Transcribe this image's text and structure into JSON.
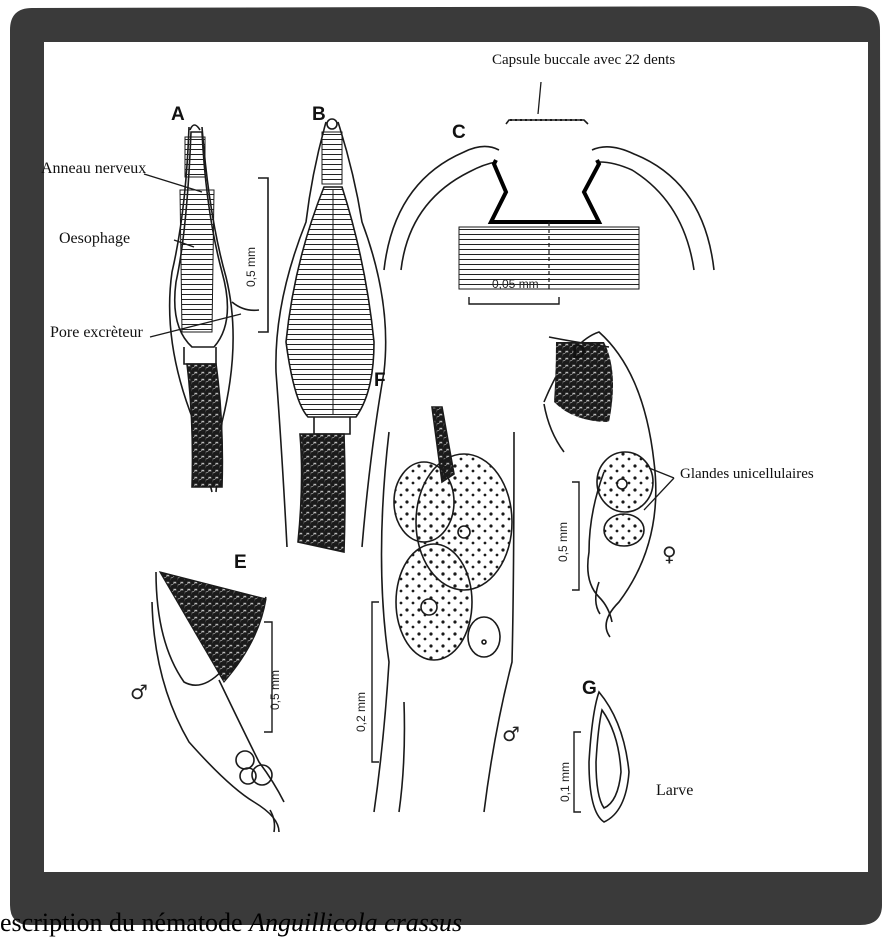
{
  "panels": {
    "a": "A",
    "b": "B",
    "c": "C",
    "d": "D",
    "e": "E",
    "f": "F",
    "g": "G"
  },
  "labels": {
    "anneau": "Anneau nerveux",
    "oesophage": "Oesophage",
    "pore": "Pore excrèteur",
    "capsule": "Capsule buccale avec 22 dents",
    "glandes": "Glandes unicellulaires",
    "larve": "Larve"
  },
  "scales": {
    "ab": "0,5 mm",
    "c": "0,05 mm",
    "d": "0,5 mm",
    "e": "0,5 mm",
    "f": "0,2 mm",
    "g": "0,1 mm"
  },
  "symbols": {
    "female": "♀",
    "male_e": "♂",
    "male_f": "♂"
  },
  "caption": {
    "prefix": "escription du nématode ",
    "species": "Anguillicola crassus"
  },
  "colors": {
    "frame": "#3a3a3a",
    "ink": "#1a1a1a",
    "paper": "#ffffff"
  }
}
